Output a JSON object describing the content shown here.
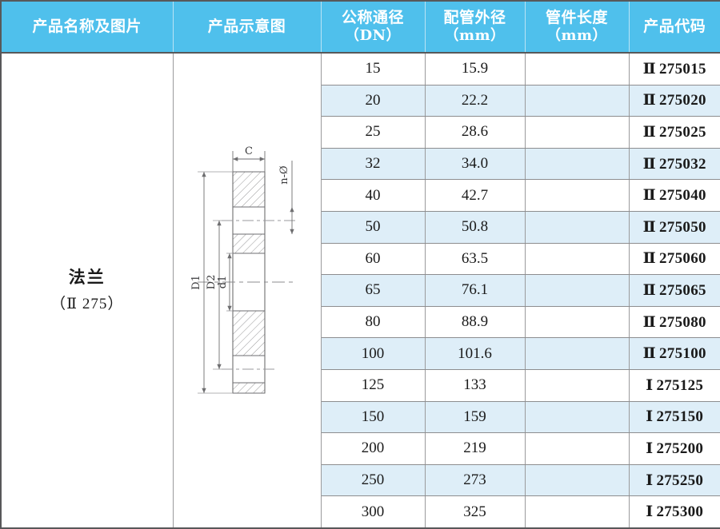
{
  "table": {
    "headers": [
      {
        "key": "name",
        "main": "产品名称及图片",
        "sub": ""
      },
      {
        "key": "draw",
        "main": "产品示意图",
        "sub": ""
      },
      {
        "key": "dn",
        "main": "公称通径",
        "sub": "（DN）"
      },
      {
        "key": "od",
        "main": "配管外径",
        "sub": "（mm）"
      },
      {
        "key": "len",
        "main": "管件长度",
        "sub": "（mm）"
      },
      {
        "key": "code",
        "main": "产品代码",
        "sub": ""
      }
    ],
    "product": {
      "title": "法兰",
      "code_label": "（Ⅱ 275）"
    },
    "rows": [
      {
        "dn": "15",
        "od": "15.9",
        "len": "",
        "roman": "Ⅱ",
        "code": "275015"
      },
      {
        "dn": "20",
        "od": "22.2",
        "len": "",
        "roman": "Ⅱ",
        "code": "275020"
      },
      {
        "dn": "25",
        "od": "28.6",
        "len": "",
        "roman": "Ⅱ",
        "code": "275025"
      },
      {
        "dn": "32",
        "od": "34.0",
        "len": "",
        "roman": "Ⅱ",
        "code": "275032"
      },
      {
        "dn": "40",
        "od": "42.7",
        "len": "",
        "roman": "Ⅱ",
        "code": "275040"
      },
      {
        "dn": "50",
        "od": "50.8",
        "len": "",
        "roman": "Ⅱ",
        "code": "275050"
      },
      {
        "dn": "60",
        "od": "63.5",
        "len": "",
        "roman": "Ⅱ",
        "code": "275060"
      },
      {
        "dn": "65",
        "od": "76.1",
        "len": "",
        "roman": "Ⅱ",
        "code": "275065"
      },
      {
        "dn": "80",
        "od": "88.9",
        "len": "",
        "roman": "Ⅱ",
        "code": "275080"
      },
      {
        "dn": "100",
        "od": "101.6",
        "len": "",
        "roman": "Ⅱ",
        "code": "275100"
      },
      {
        "dn": "125",
        "od": "133",
        "len": "",
        "roman": "Ⅰ",
        "code": "275125"
      },
      {
        "dn": "150",
        "od": "159",
        "len": "",
        "roman": "Ⅰ",
        "code": "275150"
      },
      {
        "dn": "200",
        "od": "219",
        "len": "",
        "roman": "Ⅰ",
        "code": "275200"
      },
      {
        "dn": "250",
        "od": "273",
        "len": "",
        "roman": "Ⅰ",
        "code": "275250"
      },
      {
        "dn": "300",
        "od": "325",
        "len": "",
        "roman": "Ⅰ",
        "code": "275300"
      }
    ]
  },
  "drawing": {
    "labels": {
      "thickness": "C",
      "outer_diameter": "D1",
      "bolt_circle": "D2",
      "bore": "d1",
      "bolt_holes": "n-Ø"
    }
  },
  "colors": {
    "header_bg": "#4FC0EC",
    "header_text": "#FFFFFF",
    "row_alt_bg": "#DEEEF8",
    "row_bg": "#FFFFFF",
    "grid_line": "#9A9A9C",
    "outer_border": "#58585A",
    "drawing_line": "#6E6E70"
  }
}
